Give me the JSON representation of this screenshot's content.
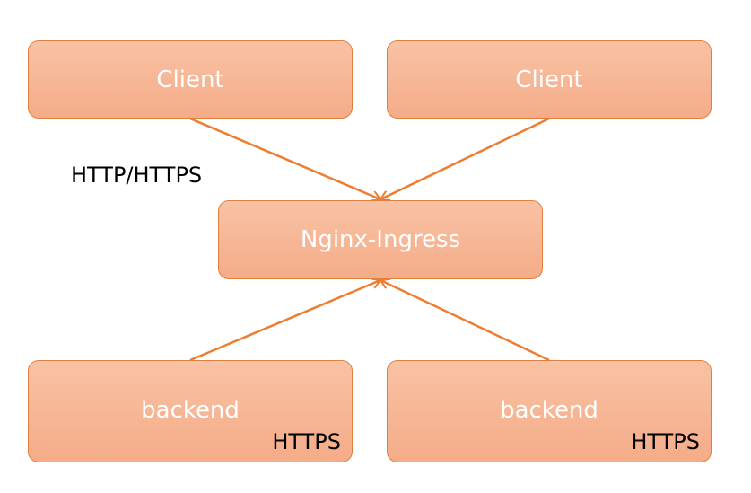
{
  "diagram": {
    "client_left": "Client",
    "client_right": "Client",
    "protocol_label": "HTTP/HTTPS",
    "ingress": "Nginx-Ingress",
    "backend_left": "backend",
    "backend_right": "backend",
    "backend_left_protocol": "HTTPS",
    "backend_right_protocol": "HTTPS"
  },
  "colors": {
    "box_fill_top": "#f8c2a4",
    "box_fill_bottom": "#f5ac88",
    "box_border": "#e08040",
    "arrow": "#ed7d31"
  }
}
